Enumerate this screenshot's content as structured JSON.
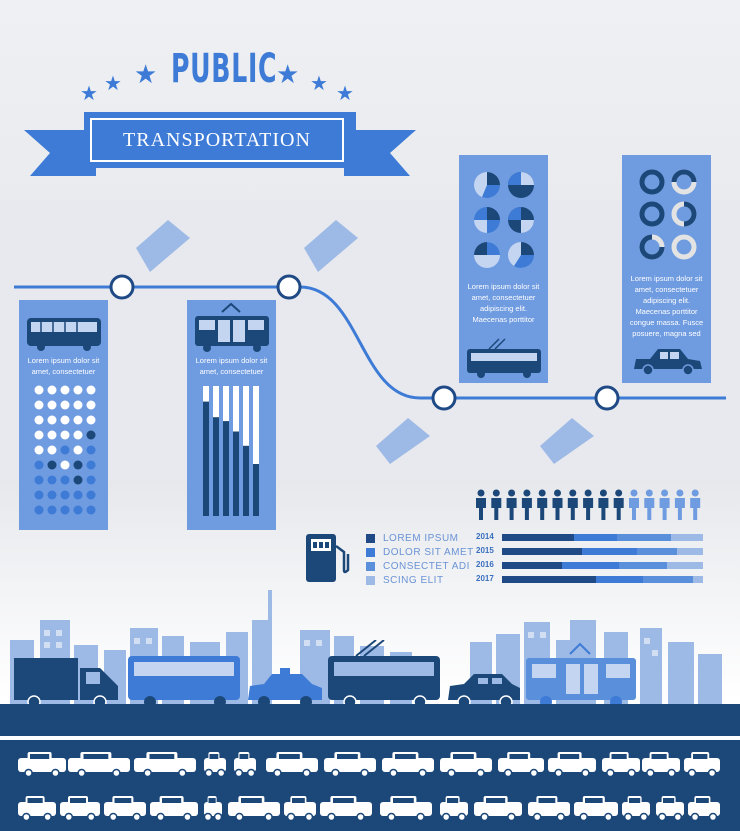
{
  "header": {
    "title_top": "PUBLIC",
    "title_banner": "TRANSPORTATION"
  },
  "colors": {
    "primary": "#3d7bd6",
    "dark": "#1f4a86",
    "navy": "#1b4779",
    "light": "#9db9e6",
    "pale": "#c3d5f1",
    "mid": "#5a8fdc"
  },
  "panels": [
    {
      "id": "bus",
      "text": "Lorem ipsum dolor sit amet, consectetuer"
    },
    {
      "id": "tram",
      "text": "Lorem ipsum dolor sit amet, consectetuer"
    },
    {
      "id": "trolley",
      "text": "Lorem ipsum dolor sit amet, consectetuer adipiscing elit. Maecenas porttitor"
    },
    {
      "id": "car",
      "text": "Lorem ipsum dolor sit amet, consectetuer adipiscing elit. Maecenas porttitor congue massa. Fusce posuere, magna sed"
    }
  ],
  "legend": [
    {
      "label": "LOREM IPSUM",
      "color": "#1f4a86"
    },
    {
      "label": "DOLOR SIT AMET",
      "color": "#3d7bd6"
    },
    {
      "label": "CONSECTET ADI",
      "color": "#5a8fdc"
    },
    {
      "label": "SCING ELIT",
      "color": "#9db9e6"
    }
  ],
  "year_bars": [
    {
      "year": "2014",
      "segments": [
        0.36,
        0.21,
        0.27,
        0.16
      ]
    },
    {
      "year": "2015",
      "segments": [
        0.4,
        0.27,
        0.2,
        0.13
      ]
    },
    {
      "year": "2016",
      "segments": [
        0.3,
        0.28,
        0.24,
        0.18
      ]
    },
    {
      "year": "2017",
      "segments": [
        0.47,
        0.23,
        0.25,
        0.05
      ]
    }
  ],
  "people": {
    "total": 15,
    "highlighted": 10
  },
  "bar_chart_levels": [
    0.88,
    0.76,
    0.73,
    0.65,
    0.54,
    0.4
  ],
  "dot_grid": {
    "rows": 9,
    "cols": 5
  }
}
